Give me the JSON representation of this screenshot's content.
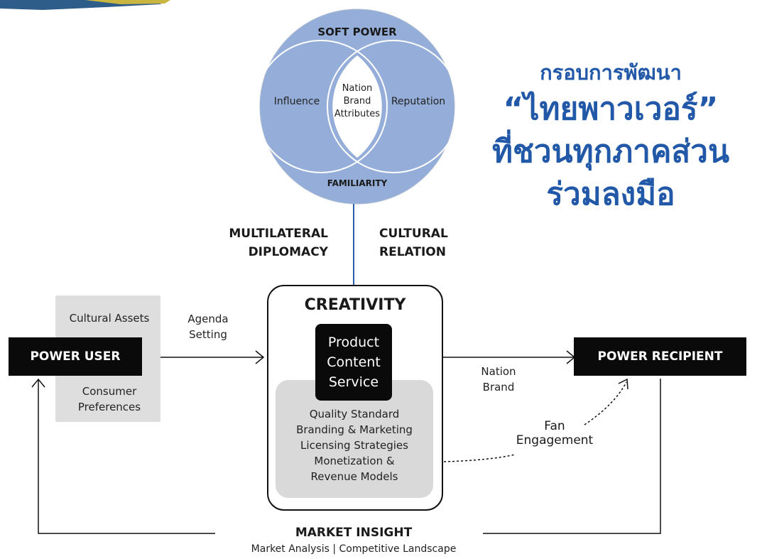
{
  "title": {
    "line1": "กรอบการพัฒนา",
    "line2": "“ไทยพาวเวอร์”",
    "line3": "ที่ชวนทุกภาคส่วน",
    "line4": "ร่วมลงมือ"
  },
  "soft_power": {
    "heading": "SOFT POWER",
    "influence": "Influence",
    "reputation": "Reputation",
    "center_line1": "Nation",
    "center_line2": "Brand",
    "center_line3": "Attributes",
    "familiarity": "FAMILIARITY"
  },
  "connectors": {
    "multilateral_1": "MULTILATERAL",
    "multilateral_2": "DIPLOMACY",
    "cultural_1": "CULTURAL",
    "cultural_2": "RELATION"
  },
  "power_user": {
    "label": "POWER USER",
    "cultural_assets": "Cultural Assets",
    "consumer_1": "Consumer",
    "consumer_2": "Preferences",
    "agenda_1": "Agenda",
    "agenda_2": "Setting"
  },
  "creativity": {
    "heading": "CREATIVITY",
    "product_1": "Product",
    "product_2": "Content",
    "product_3": "Service",
    "items": [
      "Quality Standard",
      "Branding & Marketing",
      "Licensing Strategies",
      "Monetization &",
      "Revenue Models"
    ]
  },
  "power_recipient": {
    "label": "POWER RECIPIENT",
    "nation_1": "Nation",
    "nation_2": "Brand",
    "fan_1": "Fan",
    "fan_2": "Engagement"
  },
  "market_insight": {
    "heading": "MARKET INSIGHT",
    "subtitle": "Market Analysis | Competitive Landscape"
  },
  "colors": {
    "title_blue": "#2258a8",
    "venn_blue": "#94aed9",
    "connector_blue": "#2a5ea8",
    "box_black": "#0a0a0a",
    "panel_grey": "#dedede"
  }
}
